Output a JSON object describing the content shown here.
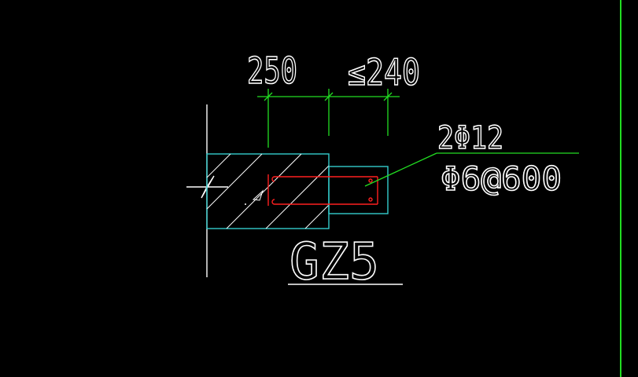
{
  "drawing": {
    "background": "#000000",
    "colors": {
      "outline": "#ffffff",
      "concrete": "#33cccc",
      "rebar": "#ff2020",
      "dimension": "#22dd22",
      "leader": "#22dd22"
    },
    "dimensions": {
      "left": "250",
      "right": "≤240"
    },
    "rebar_labels": {
      "longitudinal": "2Φ12",
      "stirrup": "Φ6@600"
    },
    "member_label": "GZ5"
  }
}
